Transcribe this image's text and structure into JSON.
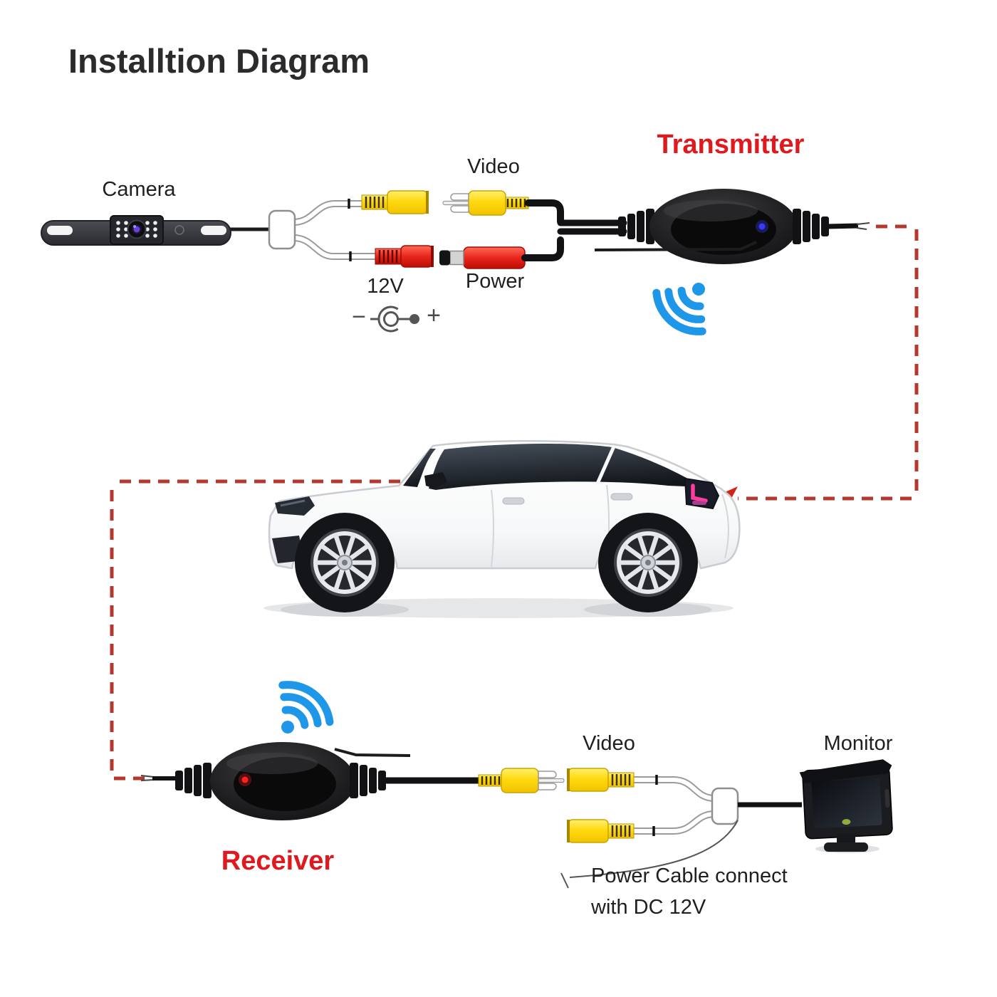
{
  "title": "Installtion Diagram",
  "colors": {
    "background": "#ffffff",
    "title_text": "#2b2b2d",
    "label_text": "#1f1f1f",
    "accent_red_label": "#e0191f",
    "wifi_blue": "#1f97e8",
    "dashed_line_red": "#b5382e",
    "arrow_red": "#d32417",
    "connector_yellow": "#ffd90f",
    "connector_red": "#e8261c",
    "device_black": "#1a1a1c",
    "transmitter_led_blue": "#3a3af2",
    "receiver_led_red": "#ff2020"
  },
  "icons": {
    "transmitter_signal": "wifi-icon",
    "receiver_signal": "wifi-icon"
  },
  "top_section": {
    "camera_label": "Camera",
    "video_label": "Video",
    "power_label": "Power",
    "voltage_label": "12V",
    "polarity_minus": "−",
    "polarity_plus": "+",
    "transmitter_label": "Transmitter"
  },
  "bottom_section": {
    "receiver_label": "Receiver",
    "video_label": "Video",
    "monitor_label": "Monitor",
    "power_cable_note_line1": "Power Cable connect",
    "power_cable_note_line2": "with DC 12V"
  }
}
